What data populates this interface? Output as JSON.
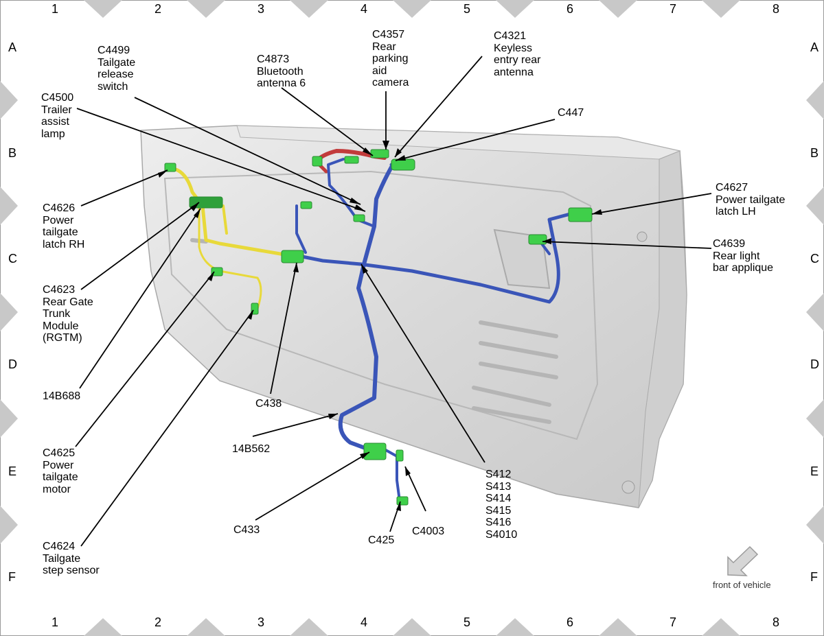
{
  "grid": {
    "columns": [
      "1",
      "2",
      "3",
      "4",
      "5",
      "6",
      "7",
      "8"
    ],
    "rows": [
      "A",
      "B",
      "C",
      "D",
      "E",
      "F"
    ]
  },
  "colors": {
    "harness_blue": "#3a55b8",
    "harness_yellow": "#e8d93a",
    "harness_red": "#c23b3b",
    "connector_green": "#3fcf4a",
    "panel": "#dcdcdc",
    "frame_marks": "#c8c8c8"
  },
  "callouts": {
    "c4500": "C4500\nTrailer\nassist\nlamp",
    "c4499": "C4499\nTailgate\nrelease\nswitch",
    "c4873": "C4873\nBluetooth\nantenna 6",
    "c4357": "C4357\nRear\nparking\naid\ncamera",
    "c4321": "C4321\nKeyless\nentry rear\nantenna",
    "c447": "C447",
    "c4626": "C4626\nPower\ntailgate\nlatch RH",
    "c4623": "C4623\nRear Gate\nTrunk\nModule\n(RGTM)",
    "b14b688": "14B688",
    "c4625": "C4625\nPower\ntailgate\nmotor",
    "c4624": "C4624\nTailgate\nstep sensor",
    "c438": "C438",
    "b14b562": "14B562",
    "c433": "C433",
    "c425": "C425",
    "c4003": "C4003",
    "splices": "S412\nS413\nS414\nS415\nS416\nS4010",
    "c4627": "C4627\nPower tailgate\nlatch LH",
    "c4639": "C4639\nRear light\nbar applique"
  },
  "orientation": {
    "icon": "arrow-down-left-icon",
    "label": "front of vehicle"
  }
}
